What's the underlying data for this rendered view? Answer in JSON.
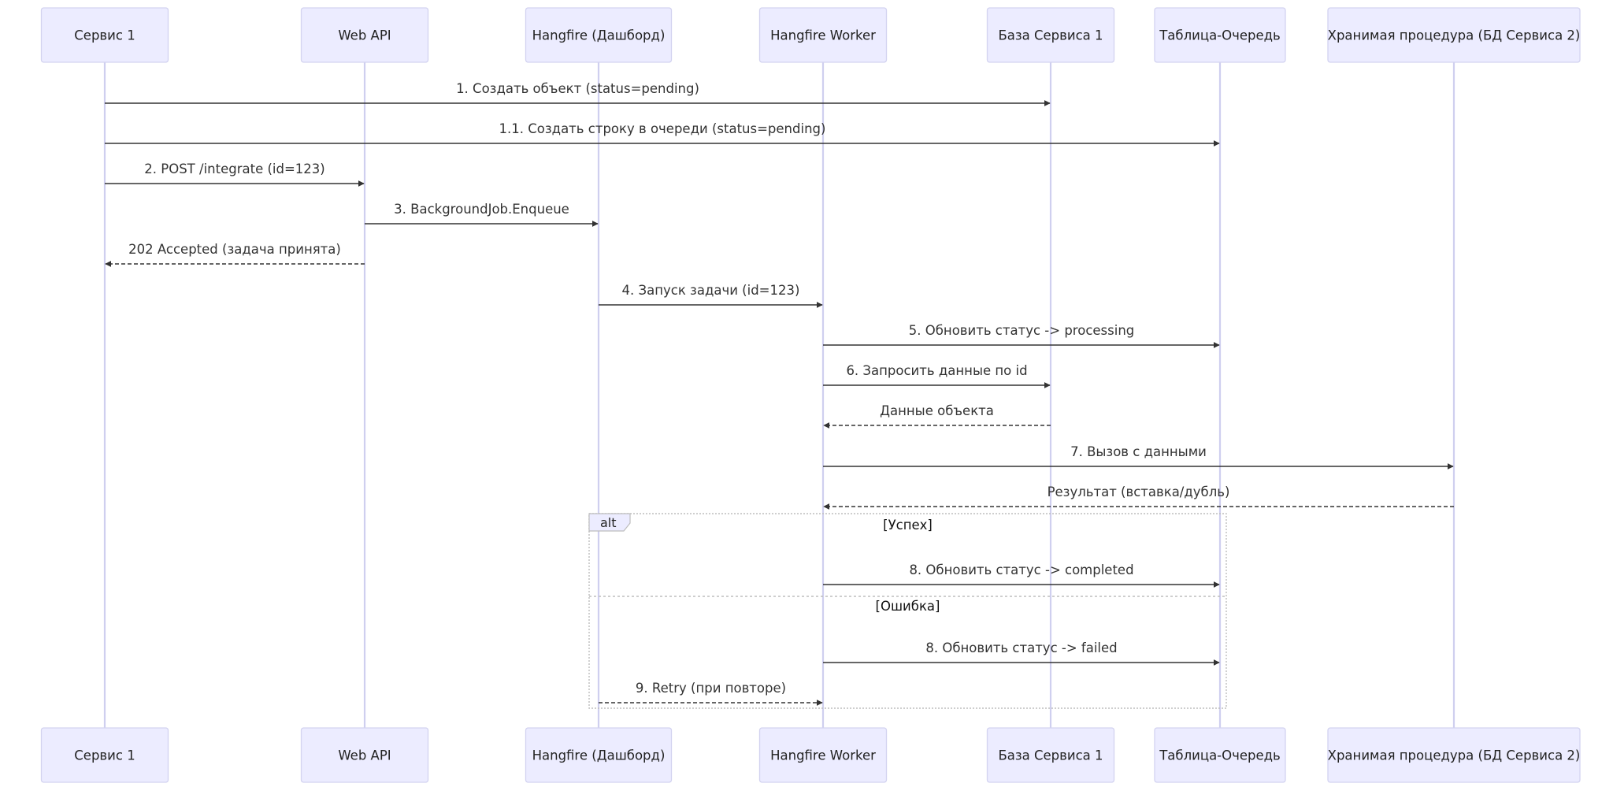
{
  "participants": [
    {
      "id": "s1",
      "label": "Сервис 1"
    },
    {
      "id": "api",
      "label": "Web API"
    },
    {
      "id": "hf",
      "label": "Hangfire (Дашборд)"
    },
    {
      "id": "wk",
      "label": "Hangfire Worker"
    },
    {
      "id": "db1",
      "label": "База Сервиса 1"
    },
    {
      "id": "q",
      "label": "Таблица-Очередь"
    },
    {
      "id": "proc",
      "label": "Хранимая процедура (БД Сервиса 2)"
    }
  ],
  "messages": [
    {
      "from": "s1",
      "to": "db1",
      "text": "1. Создать объект (status=pending)",
      "style": "solid"
    },
    {
      "from": "s1",
      "to": "q",
      "text": "1.1. Создать строку в очереди (status=pending)",
      "style": "solid"
    },
    {
      "from": "s1",
      "to": "api",
      "text": "2. POST /integrate (id=123)",
      "style": "solid"
    },
    {
      "from": "api",
      "to": "hf",
      "text": "3. BackgroundJob.Enqueue",
      "style": "solid"
    },
    {
      "from": "api",
      "to": "s1",
      "text": "202 Accepted (задача принята)",
      "style": "dashed"
    },
    {
      "from": "hf",
      "to": "wk",
      "text": "4. Запуск задачи (id=123)",
      "style": "solid"
    },
    {
      "from": "wk",
      "to": "q",
      "text": "5. Обновить статус -> processing",
      "style": "solid"
    },
    {
      "from": "wk",
      "to": "db1",
      "text": "6. Запросить данные по id",
      "style": "solid"
    },
    {
      "from": "db1",
      "to": "wk",
      "text": "Данные объекта",
      "style": "dashed"
    },
    {
      "from": "wk",
      "to": "proc",
      "text": "7. Вызов с данными",
      "style": "solid"
    },
    {
      "from": "proc",
      "to": "wk",
      "text": "Результат (вставка/дубль)",
      "style": "dashed"
    },
    {
      "from": "wk",
      "to": "q",
      "text": "8. Обновить статус -> completed",
      "style": "solid"
    },
    {
      "from": "wk",
      "to": "q",
      "text": "8. Обновить статус -> failed",
      "style": "solid"
    },
    {
      "from": "hf",
      "to": "wk",
      "text": "9. Retry (при повторе)",
      "style": "dashed"
    }
  ],
  "alt_frame": {
    "label": "alt",
    "sections": [
      {
        "condition": "[Успех]"
      },
      {
        "condition": "[Ошибка]"
      }
    ]
  }
}
